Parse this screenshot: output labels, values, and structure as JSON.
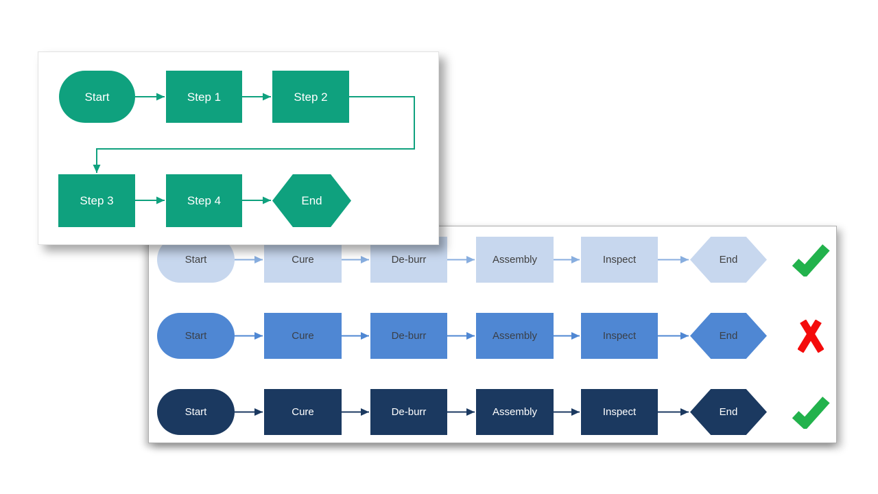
{
  "colors": {
    "green": "#0FA17E",
    "row1_fill": "#C7D7EE",
    "row1_line": "#88AEDF",
    "row1_text": "#404040",
    "row2_fill": "#4F87D3",
    "row2_text": "#3A3F47",
    "row3_fill": "#1B3960",
    "row3_text": "#FFFFFF",
    "check": "#22B24C",
    "cross": "#F40B0B"
  },
  "green_flowchart": {
    "nodes": [
      "Start",
      "Step 1",
      "Step 2",
      "Step 3",
      "Step 4",
      "End"
    ]
  },
  "process_rows": [
    {
      "labels": [
        "Start",
        "Cure",
        "De-burr",
        "Assembly",
        "Inspect",
        "End"
      ],
      "verdict": "pass"
    },
    {
      "labels": [
        "Start",
        "Cure",
        "De-burr",
        "Assembly",
        "Inspect",
        "End"
      ],
      "verdict": "fail"
    },
    {
      "labels": [
        "Start",
        "Cure",
        "De-burr",
        "Assembly",
        "Inspect",
        "End"
      ],
      "verdict": "pass"
    }
  ]
}
